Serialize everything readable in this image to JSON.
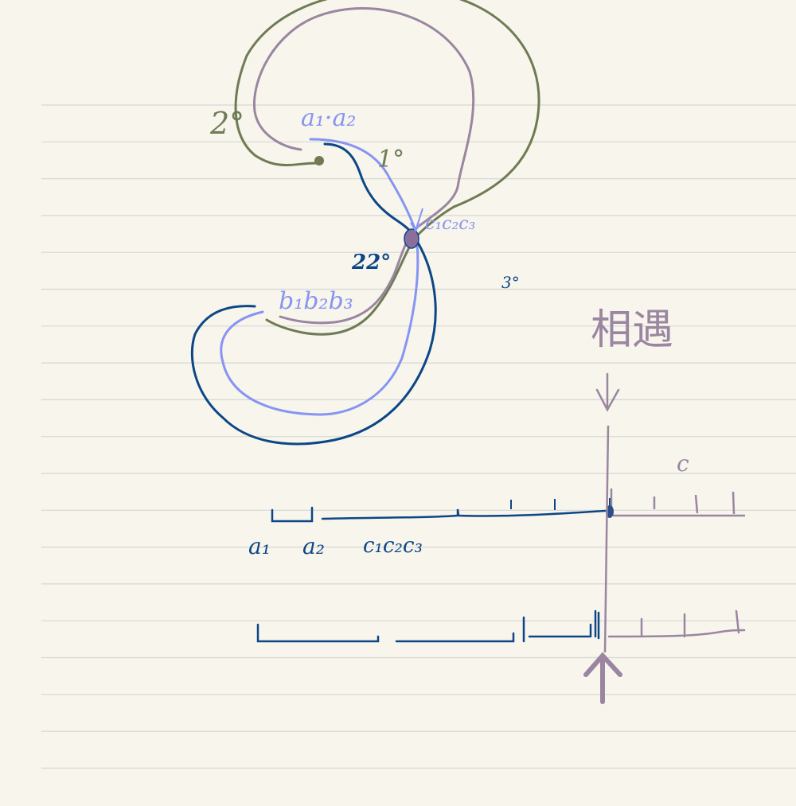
{
  "page": {
    "background": "#f7f5ec",
    "rule_color": "#d7d7d4"
  },
  "colors": {
    "olive": "#6e7b53",
    "mauve": "#9a86a0",
    "navy": "#0d4686",
    "periwinkle": "#8794f2",
    "ink": "#33295c"
  },
  "labels": {
    "deg2": "2°",
    "a1a2_top": "a₁·a₂",
    "deg1": "1°",
    "c1c2c3_top": "c₁c₂c₃",
    "deg22": "22°",
    "deg3": "3°",
    "b1b2b3": "b₁b₂b₃",
    "chinese": "相遇",
    "c_label": "c",
    "a1_bottom": "a₁",
    "a2_bottom": "a₂",
    "c1c2c3_bottom": "c₁c₂c₃"
  }
}
